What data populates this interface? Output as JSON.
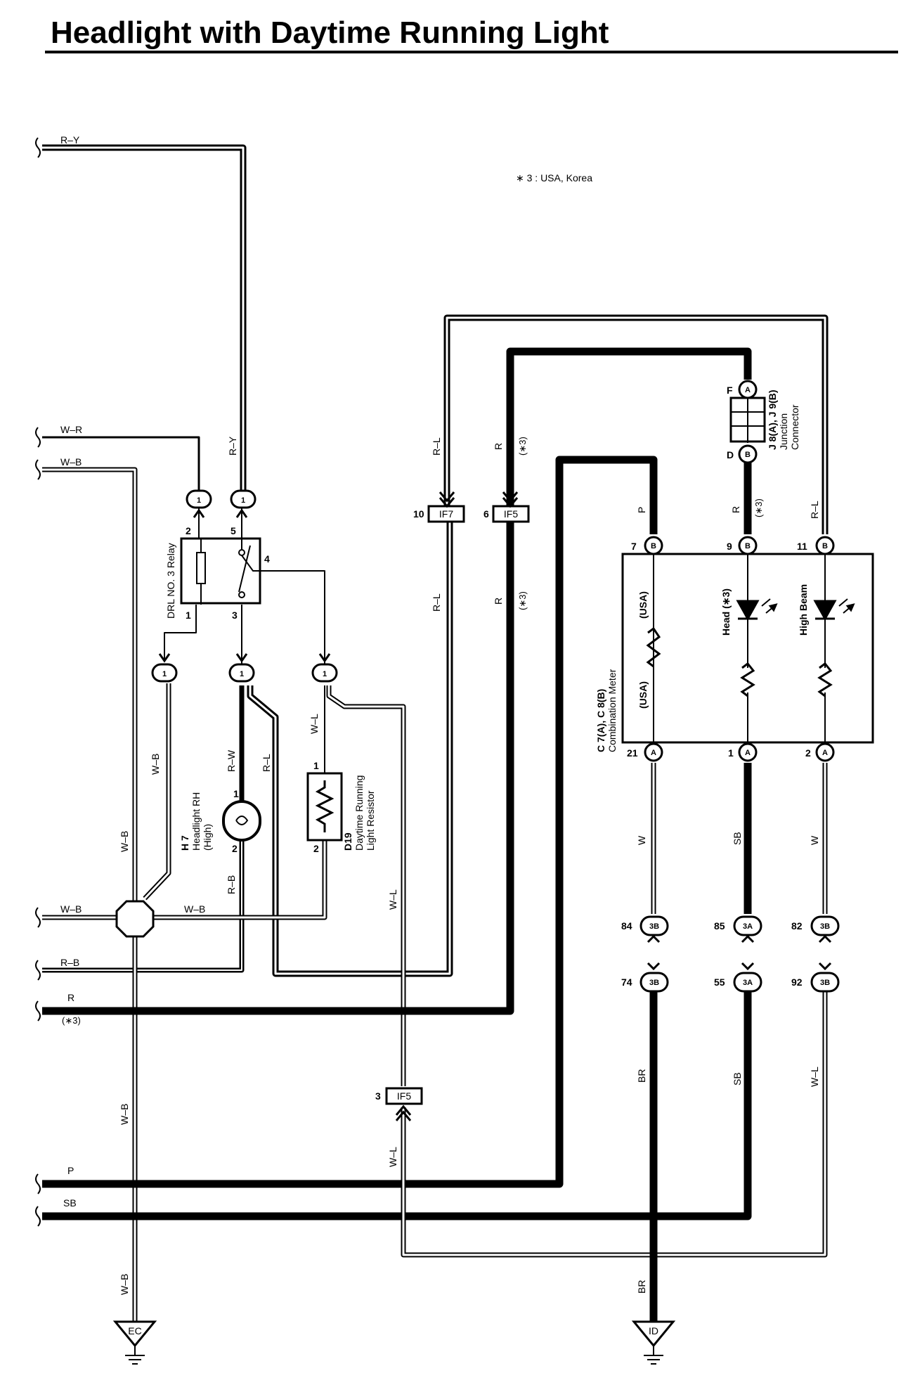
{
  "title": "Headlight with Daytime Running Light",
  "note": "∗ 3 : USA, Korea",
  "wires": {
    "ry_top": "R–Y",
    "ry_vert": "R–Y",
    "wr": "W–R",
    "wb_top": "W–B",
    "wb_mid": "W–B",
    "wb_left": "W–B",
    "wb_right": "W–B",
    "wb_lower": "W–B",
    "wb_bottom": "W–B",
    "wb_vert": "W–B",
    "rb": "R–B",
    "rb_vert": "R–B",
    "r": "R",
    "r_note": "(∗3)",
    "p": "P",
    "sb": "SB",
    "rw": "R–W",
    "rl_left": "R–L",
    "wl_1": "W–L",
    "wl_2": "W–L",
    "wl_3": "W–L",
    "wl_4": "W–L",
    "rl_top": "R–L",
    "rl_mid": "R–L",
    "rl_right": "R–L",
    "r_top": "R",
    "r_top_note": "(∗3)",
    "r_mid": "R",
    "r_mid_note": "(∗3)",
    "r_right": "R",
    "r_right_note": "(∗3)",
    "p_meter": "P",
    "w_1": "W",
    "w_2": "W",
    "sb_1": "SB",
    "sb_2": "SB",
    "br_1": "BR",
    "br_2": "BR"
  },
  "components": {
    "relay": "DRL NO. 3 Relay",
    "headlight_code": "H 7",
    "headlight_name": "Headlight RH",
    "headlight_sub": "(High)",
    "resistor_code": "D19",
    "resistor_name1": "Daytime Running",
    "resistor_name2": "Light Resistor",
    "meter_code": "C 7(A), C 8(B)",
    "meter_name": "Combination Meter",
    "jc_code": "J 8(A), J 9(B)",
    "jc_name1": "Junction",
    "jc_name2": "Connector",
    "usa_1": "(USA)",
    "usa_2": "(USA)",
    "head_lbl": "Head (∗3)",
    "highbeam_lbl": "High Beam"
  },
  "pins": {
    "relay_2": "2",
    "relay_5": "5",
    "relay_4": "4",
    "relay_1": "1",
    "relay_3": "3",
    "hl_1": "1",
    "hl_2": "2",
    "res_1": "1",
    "res_2": "2",
    "m7": "7",
    "m9": "9",
    "m11": "11",
    "m21": "21",
    "m1": "1",
    "m2": "2",
    "jc_f": "F",
    "jc_d": "D",
    "c84": "84",
    "c85": "85",
    "c82": "82",
    "c74": "74",
    "c55": "55",
    "c92": "92",
    "if7": "10",
    "if5a": "6",
    "if5b": "3"
  },
  "connectors": {
    "one": "1",
    "a": "A",
    "b": "B",
    "3a": "3A",
    "3b": "3B",
    "if7": "IF7",
    "if5": "IF5"
  },
  "grounds": {
    "ec": "EC",
    "id": "ID"
  }
}
